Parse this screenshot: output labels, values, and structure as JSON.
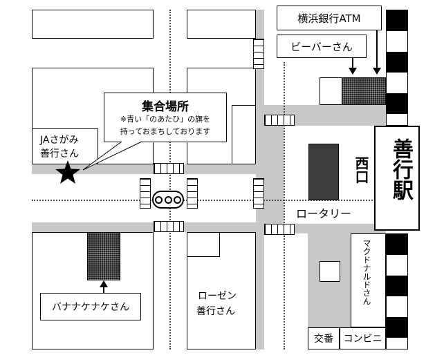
{
  "labels": {
    "atm": "横浜銀行ATM",
    "beaver": "ビーバーさん",
    "meeting_title": "集合場所",
    "meeting_note_1": "※青い「のあたひ」の旗を",
    "meeting_note_2": "持っておまちしております",
    "ja_line1": "JAさがみ",
    "ja_line2": "善行さん",
    "west_exit": "西口",
    "rotary": "ロータリー",
    "station": "善行駅",
    "mcdonalds": "マクドナルドさん",
    "banana": "バナナケナケさん",
    "lawson_line1": "ローゼン",
    "lawson_line2": "善行さん",
    "koban": "交番",
    "konbini": "コンビニ"
  },
  "icons": {
    "meeting_point": "star-icon",
    "traffic_light": "traffic-light-icon"
  },
  "colors": {
    "road": "#c8c8c8",
    "building_dark": "#3c3c3c",
    "line": "#000000"
  }
}
